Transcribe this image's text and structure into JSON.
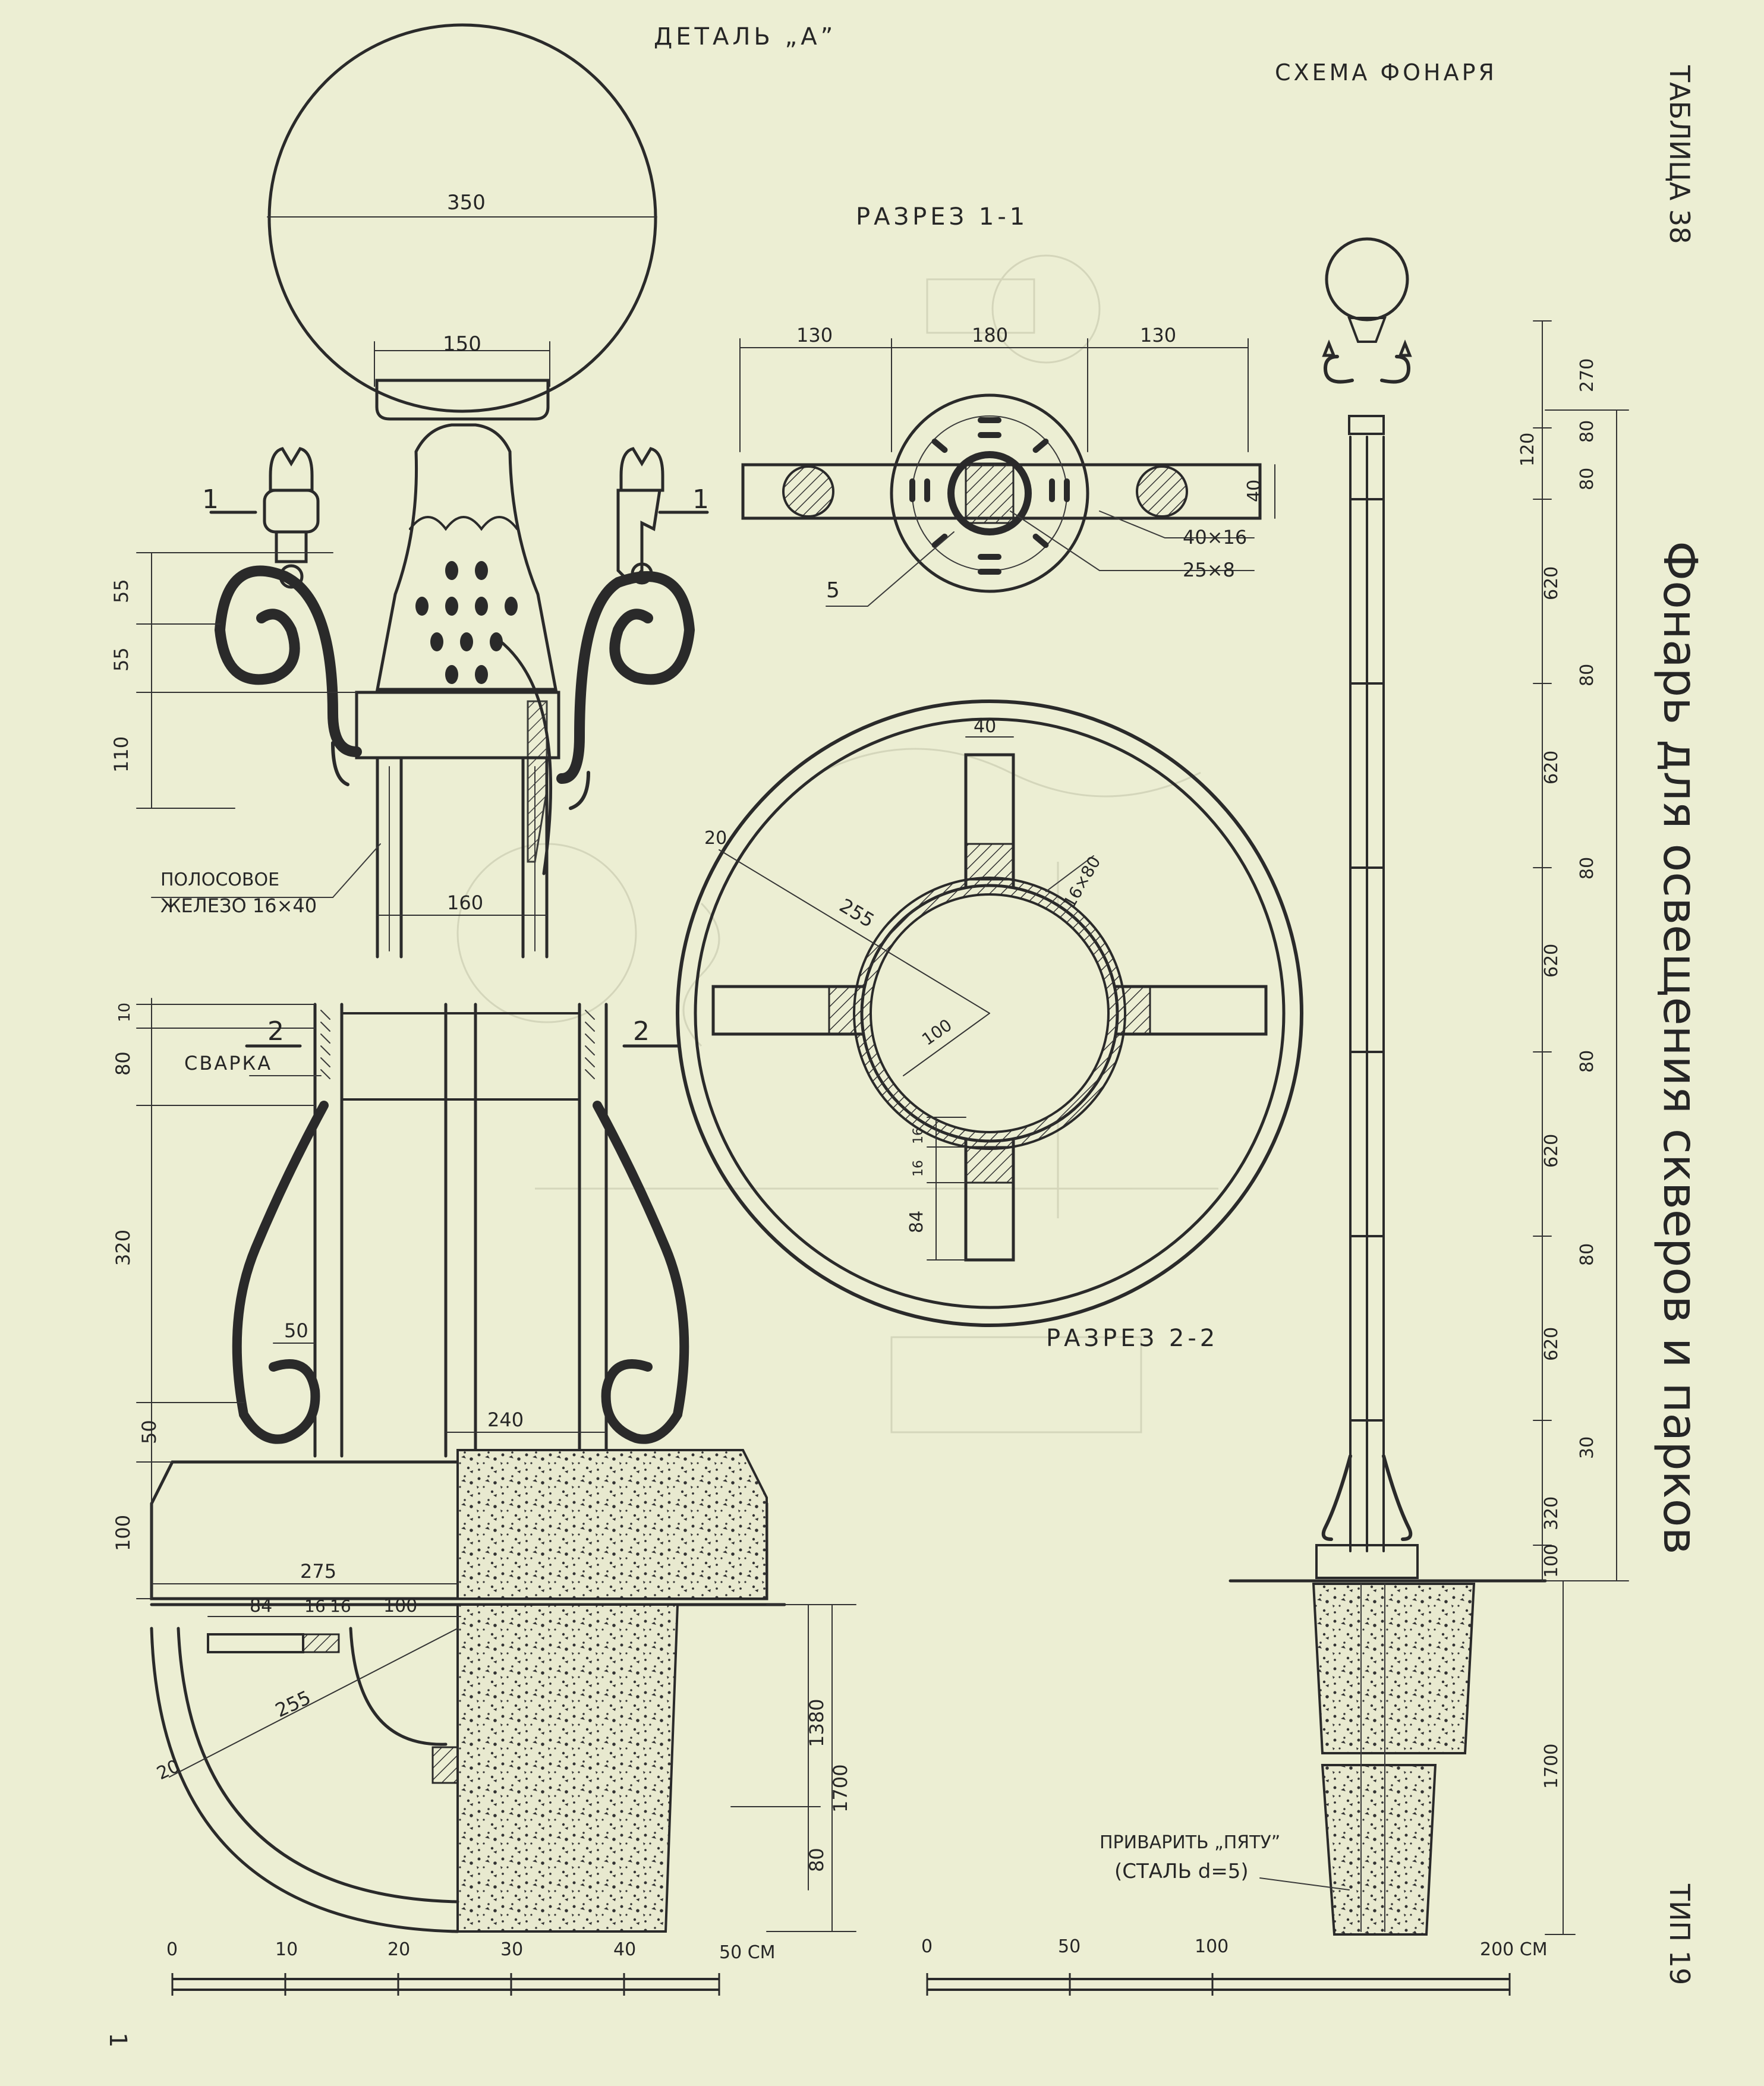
{
  "titles": {
    "detail_a": "ДЕТАЛЬ „А”",
    "lantern_scheme": "СХЕМА ФОНАРЯ",
    "section_1_1": "РАЗРЕЗ 1-1",
    "section_2_2": "РАЗРЕЗ 2-2"
  },
  "side_text": {
    "table_number": "ТАБЛИЦА 38",
    "main_title": "Фонарь для освещения скверов и парков",
    "type_label": "ТИП 19",
    "corner_mark": "1"
  },
  "detail_labels": {
    "strip_iron": "ПОЛОСОВОЕ",
    "strip_iron_2": "ЖЕЛЕЗО 16×40",
    "welding": "СВАРКА",
    "section_mark_1_left": "1",
    "section_mark_1_right": "1",
    "section_mark_2_left": "2",
    "section_mark_2_right": "2",
    "weld_heel": "ПРИВАРИТЬ „ПЯТУ”",
    "steel_d": "(СТАЛЬ d=5)"
  },
  "dimensions": {
    "globe_d": "350",
    "neck_w": "150",
    "d55a": "55",
    "d55b": "55",
    "d110": "110",
    "d160": "160",
    "d10": "10",
    "d80": "80",
    "d320": "320",
    "d50a": "50",
    "d50b": "50",
    "d240": "240",
    "d100": "100",
    "d275": "275",
    "d84": "84",
    "d16a": "16",
    "d16b": "16",
    "d100b": "100",
    "d255": "255",
    "d20": "20",
    "d1380": "1380",
    "d1700": "1700",
    "d80b": "80",
    "s1_130a": "130",
    "s1_180": "180",
    "s1_130b": "130",
    "s1_40": "40",
    "s1_40x16": "40×16",
    "s1_25x8": "25×8",
    "s1_5": "5",
    "s2_40": "40",
    "s2_20": "20",
    "s2_255": "255",
    "s2_100": "100",
    "s2_16x80": "16×80",
    "s2_16a": "16",
    "s2_16b": "16",
    "s2_84": "84"
  },
  "lantern_dims": [
    {
      "value": "270"
    },
    {
      "value": "80"
    },
    {
      "value": "120"
    },
    {
      "value": "80"
    },
    {
      "value": "620"
    },
    {
      "value": "80"
    },
    {
      "value": "620"
    },
    {
      "value": "80"
    },
    {
      "value": "620"
    },
    {
      "value": "80"
    },
    {
      "value": "620"
    },
    {
      "value": "80"
    },
    {
      "value": "620"
    },
    {
      "value": "30"
    },
    {
      "value": "320"
    },
    {
      "value": "100"
    },
    {
      "value": "1700"
    }
  ],
  "scales": {
    "left": {
      "ticks": [
        "0",
        "10",
        "20",
        "30",
        "40"
      ],
      "unit_label": "50 СМ"
    },
    "right": {
      "ticks": [
        "0",
        "50",
        "100"
      ],
      "unit_label": "200 СМ"
    }
  },
  "colors": {
    "paper": "#eceed3",
    "ink": "#262626",
    "shadow": "#d3d6ba"
  }
}
